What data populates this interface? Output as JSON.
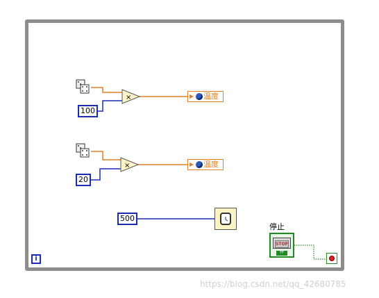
{
  "diagram": {
    "row1": {
      "constant": "100",
      "variable_label": "温度"
    },
    "row2": {
      "constant": "20",
      "variable_label": "温度"
    },
    "wait": {
      "constant": "500"
    },
    "stop_label": "停止",
    "stop_button_text": "STOP",
    "stop_tf_text": "TF",
    "iteration_label": "i",
    "multiply_symbol": "×"
  },
  "watermark": "https://blog.csdn.net/qq_42680785",
  "colors": {
    "integer_wire": "#1a2bb5",
    "float_wire": "#e08020",
    "boolean_wire": "#2a8a2a",
    "loop_border": "#8c8c8c"
  },
  "icons": [
    "random-number-icon",
    "multiply-icon",
    "global-variable-icon",
    "wait-ms-icon",
    "stop-button-icon",
    "loop-condition-icon",
    "loop-iteration-icon"
  ]
}
